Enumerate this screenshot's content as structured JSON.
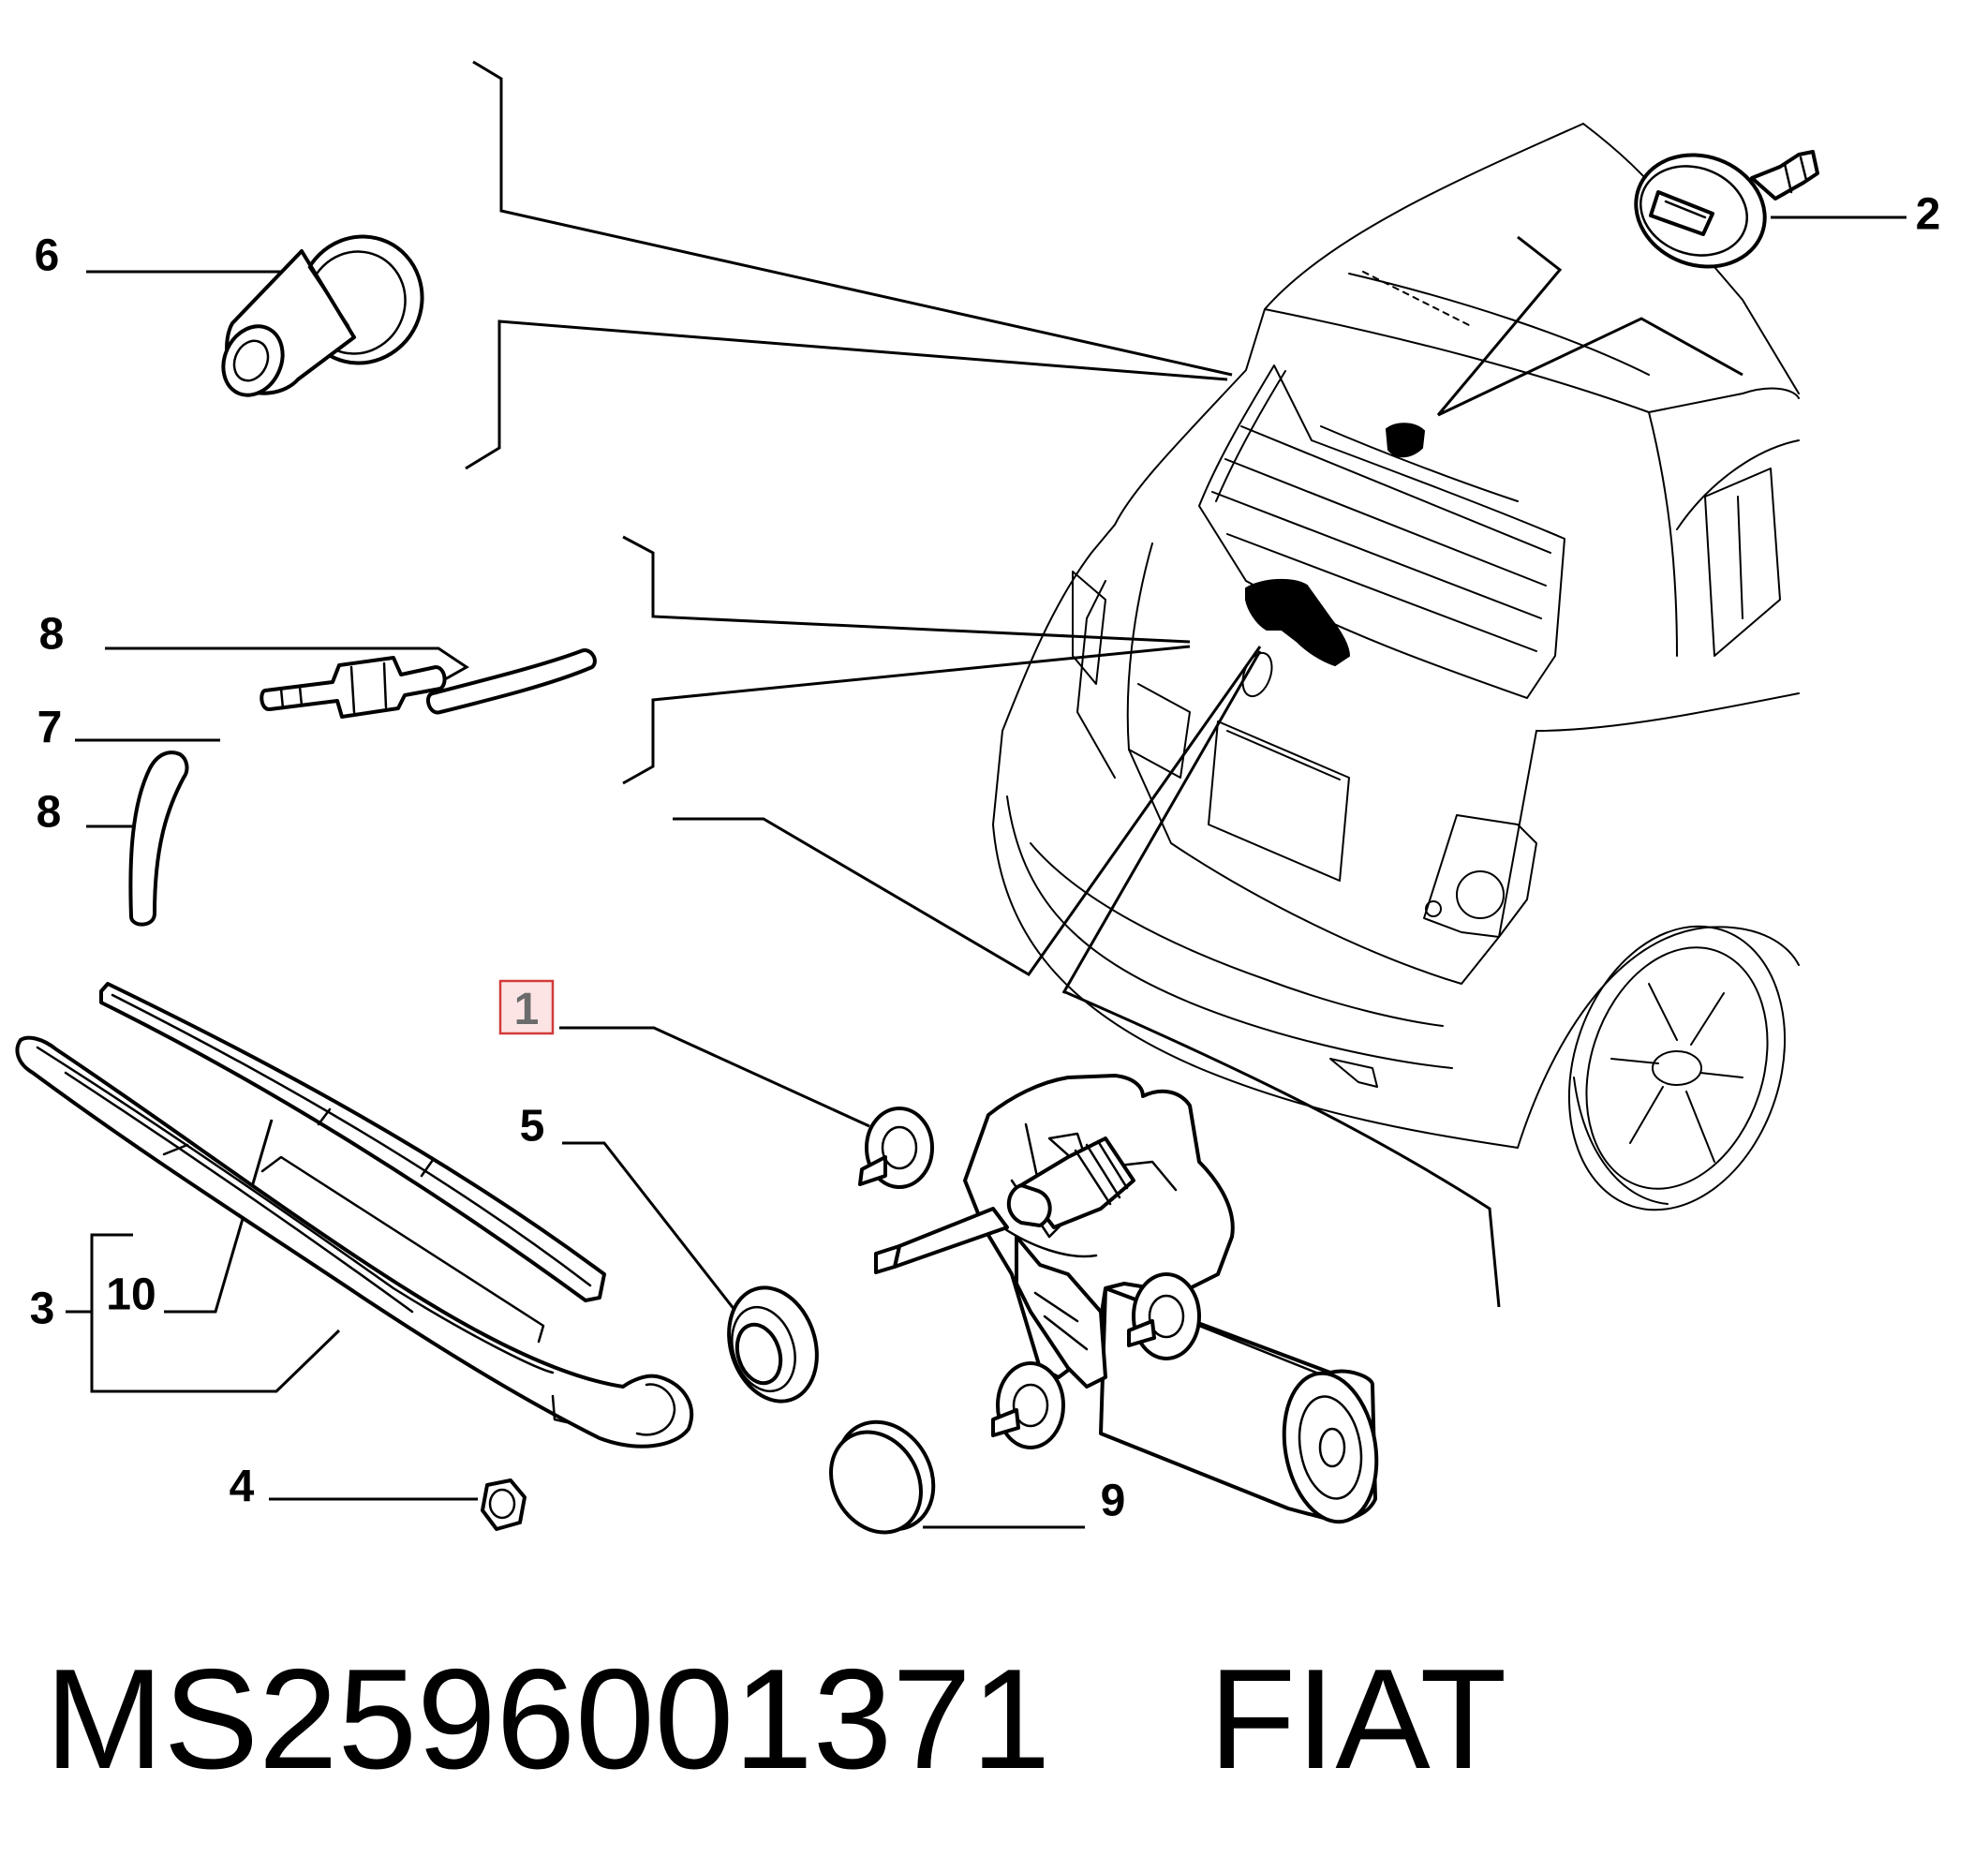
{
  "diagram": {
    "callouts": {
      "c1": "1",
      "c2": "2",
      "c3": "3",
      "c4": "4",
      "c5": "5",
      "c6": "6",
      "c7": "7",
      "c8a": "8",
      "c8b": "8",
      "c9": "9",
      "c10": "10"
    },
    "highlighted_callout": "1",
    "highlight_color": "#d23a3a"
  },
  "footer": {
    "part_number": "MS2596001371",
    "brand": "FIAT"
  }
}
